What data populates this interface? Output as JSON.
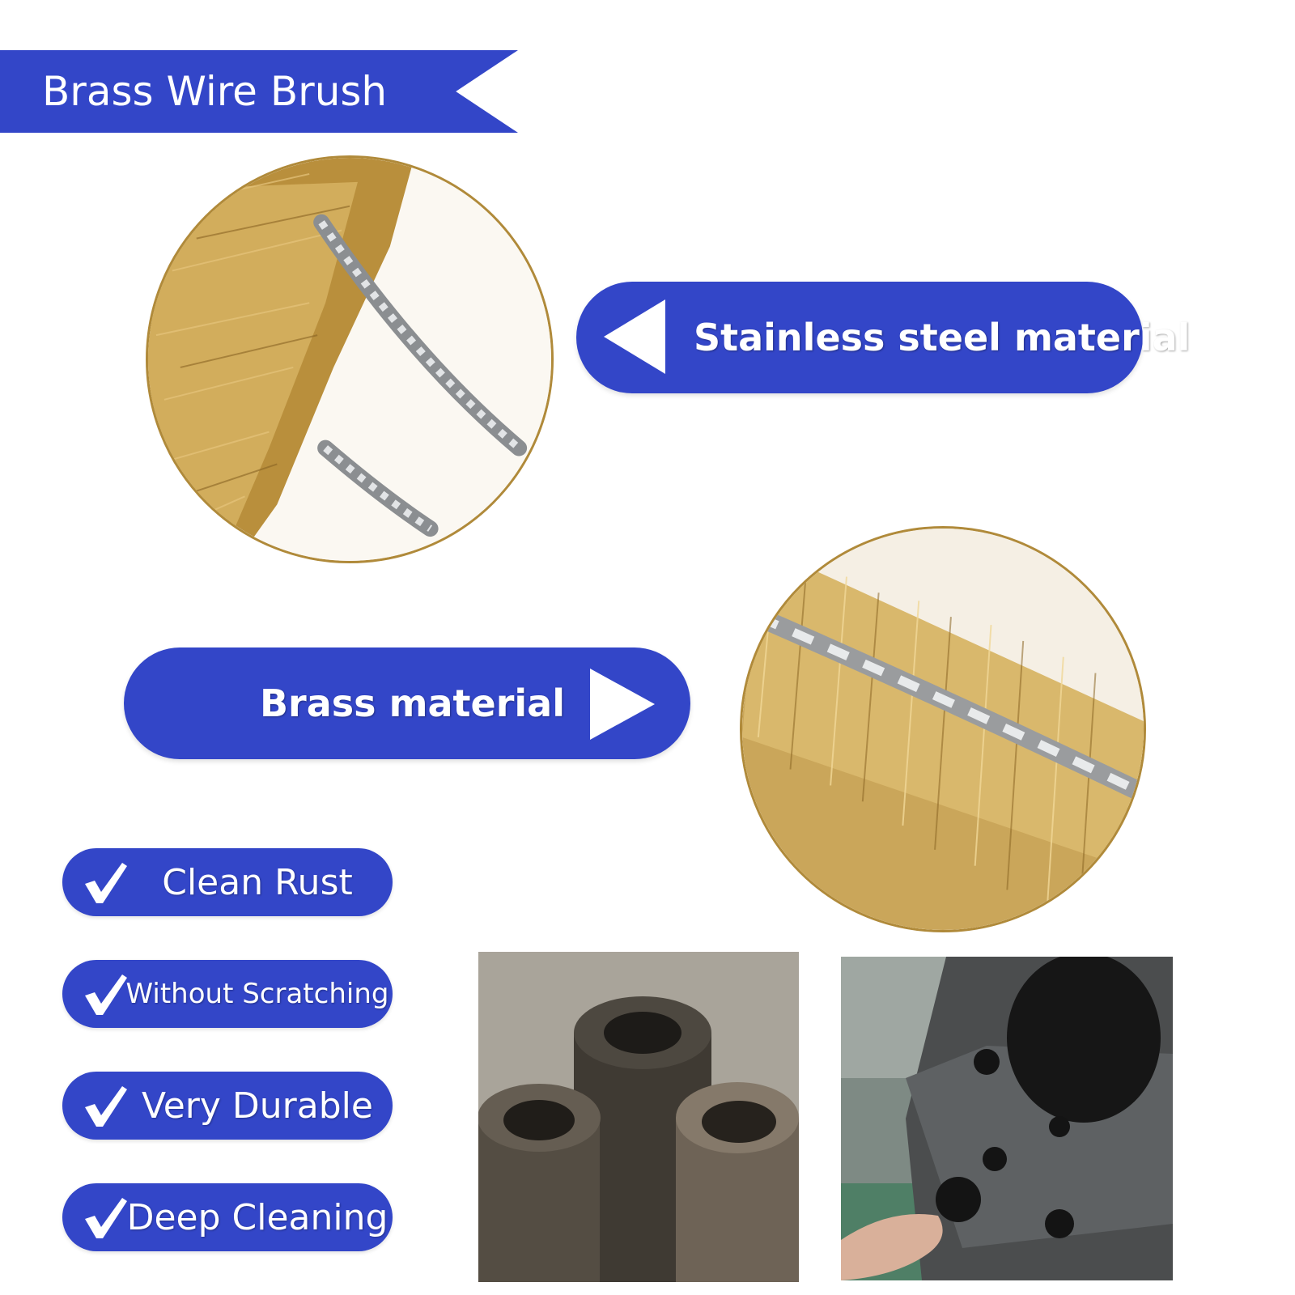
{
  "theme": {
    "accent": "#3346c8",
    "brass": "#c9a656"
  },
  "title": "Brass Wire Brush",
  "callouts": {
    "stainless": "Stainless steel material",
    "brass": "Brass material"
  },
  "icons": {
    "arrow_left": "triangle-left-icon",
    "arrow_right": "triangle-right-icon",
    "check": "checkmark-icon"
  },
  "features": [
    {
      "label": "Clean Rust"
    },
    {
      "label": "Without Scratching"
    },
    {
      "label": "Very Durable"
    },
    {
      "label": "Deep Cleaning"
    }
  ]
}
